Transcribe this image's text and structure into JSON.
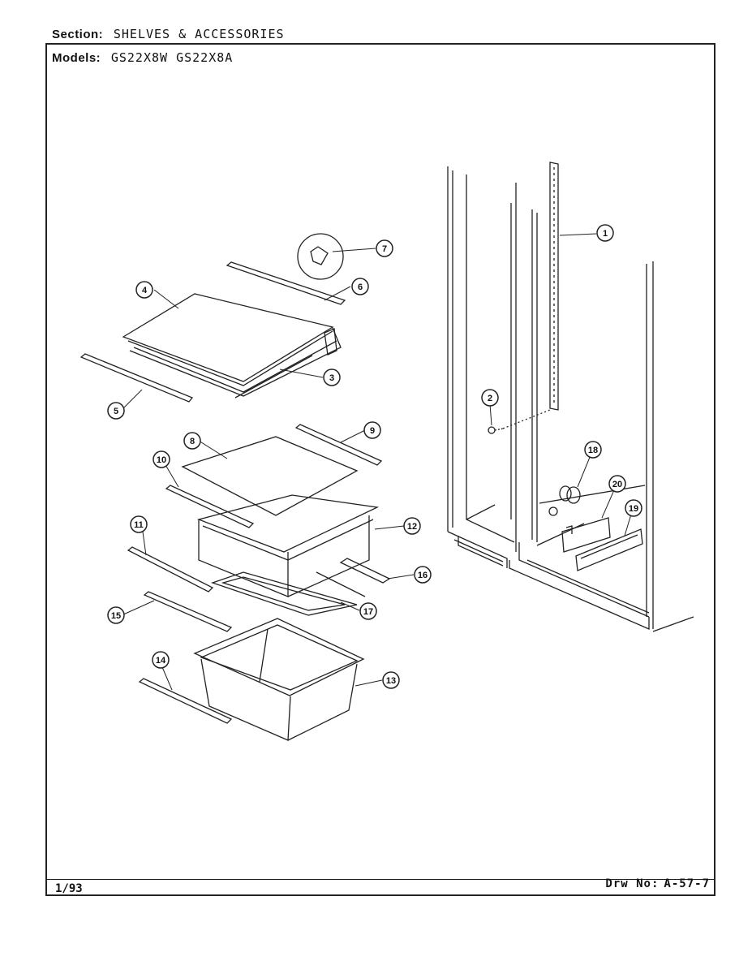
{
  "header": {
    "section_label": "Section:",
    "section_value": "SHELVES & ACCESSORIES",
    "models_label": "Models:",
    "models_value": "GS22X8W   GS22X8A"
  },
  "footer": {
    "date": "1/93",
    "drawing_label": "Drw No:",
    "drawing_number": "A-57-7"
  },
  "callouts": [
    "1",
    "2",
    "3",
    "4",
    "5",
    "6",
    "7",
    "8",
    "9",
    "10",
    "11",
    "12",
    "13",
    "14",
    "15",
    "16",
    "17",
    "18",
    "19",
    "20"
  ]
}
